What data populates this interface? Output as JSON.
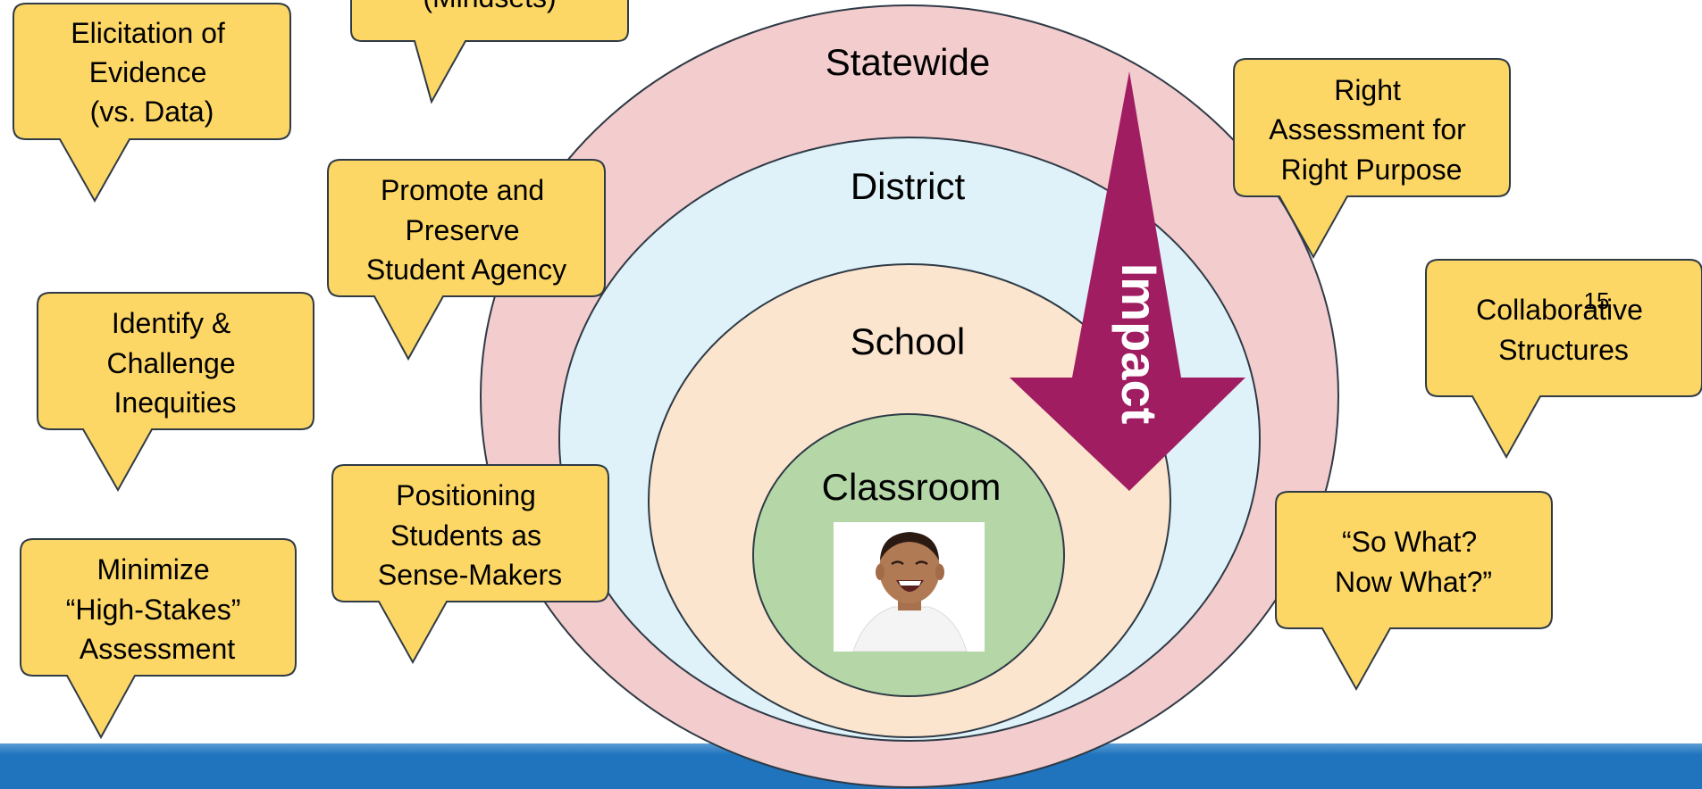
{
  "diagram": {
    "rings": [
      {
        "label": "Statewide",
        "fill": "#F3CCCE"
      },
      {
        "label": "District",
        "fill": "#DFF2FA"
      },
      {
        "label": "School",
        "fill": "#FBE5CE"
      },
      {
        "label": "Classroom",
        "fill": "#B5D7A8"
      }
    ],
    "arrow": {
      "label": "Impact",
      "color": "#A01D62"
    },
    "photo": {
      "subject": "smiling child"
    },
    "slide_number": "15"
  },
  "callouts": [
    {
      "lines": [
        "(Mindsets)"
      ]
    },
    {
      "lines": [
        "Elicitation of",
        "Evidence",
        "(vs. Data)"
      ]
    },
    {
      "lines": [
        "Promote and",
        "Preserve",
        "Student Agency"
      ]
    },
    {
      "lines": [
        "Identify &",
        "Challenge",
        "Inequities"
      ]
    },
    {
      "lines": [
        "Positioning",
        "Students as",
        "Sense-Makers"
      ]
    },
    {
      "lines": [
        "Minimize",
        "“High-Stakes”",
        "Assessment"
      ]
    },
    {
      "lines": [
        "Right",
        "Assessment for",
        "Right Purpose"
      ]
    },
    {
      "lines": [
        "Collaborative",
        "Structures"
      ]
    },
    {
      "lines": [
        "“So What?",
        "Now What?”"
      ]
    }
  ],
  "colors": {
    "callout_fill": "#FDD766",
    "callout_stroke": "#2E3A45",
    "footer_bar": "#1F74BD",
    "footer_highlight": "#5B9BD5"
  }
}
